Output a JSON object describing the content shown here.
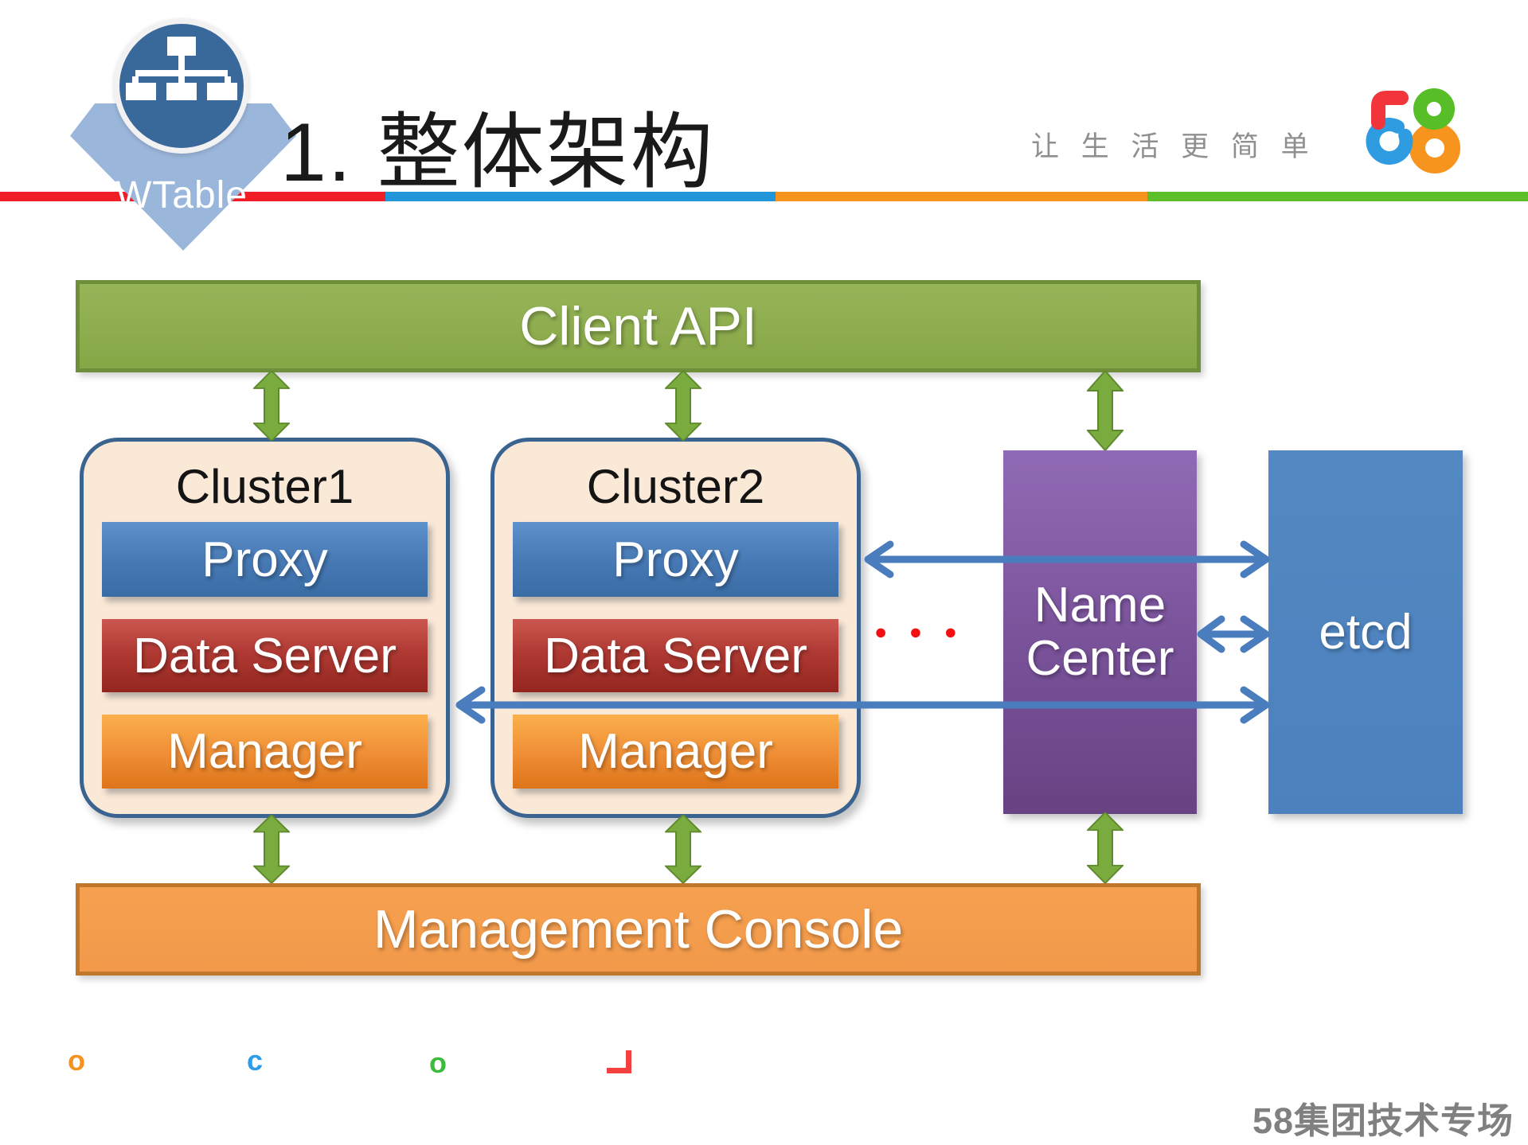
{
  "header": {
    "badge_label": "WTable",
    "badge_icon": "sitemap-icon",
    "title": "1. 整体架构",
    "slogan": "让 生 活 更 简 单",
    "logo_text": "58",
    "logo_icon": "logo-58-icon"
  },
  "diagram": {
    "client_api": "Client API",
    "clusters": [
      {
        "title": "Cluster1",
        "components": [
          "Proxy",
          "Data Server",
          "Manager"
        ]
      },
      {
        "title": "Cluster2",
        "components": [
          "Proxy",
          "Data Server",
          "Manager"
        ]
      }
    ],
    "ellipsis": "● ● ●",
    "name_center": "Name Center",
    "etcd": "etcd",
    "management_console": "Management Console"
  },
  "watermarks": {
    "glyphs": [
      "o",
      "c",
      "o"
    ],
    "corner": "corner-bracket-icon"
  },
  "footer": {
    "caption": "58集团技术专场"
  },
  "colors": {
    "stripe_red": "#F01E26",
    "stripe_blue": "#2095DA",
    "stripe_orange": "#F7941D",
    "stripe_green": "#5CBE29",
    "client_api_fill": "#8FAF4F",
    "client_api_border": "#6E8E3A",
    "cluster_fill": "#FBE9D8",
    "cluster_border": "#3A648F",
    "proxy_top": "#5E92CB",
    "proxy_bottom": "#3A6CA4",
    "dataserver_top": "#CB5850",
    "dataserver_bottom": "#93251F",
    "manager_top": "#FBB04C",
    "manager_bottom": "#DE7419",
    "namecenter_top": "#906BB5",
    "namecenter_bottom": "#674383",
    "etcd_fill": "#4C81BE",
    "console_fill": "#F2994A",
    "console_border": "#C0762B",
    "arrow_green": "#7AAB3F",
    "arrow_green_dark": "#5E8A2D",
    "arrow_blue": "#4A7DBD",
    "dots_red": "#F21010",
    "badge_pentagon": "#9BB6DB",
    "badge_circle": "#39689B",
    "title_color": "#1A1A1A",
    "slogan_color": "#8F8F8F",
    "caption_color": "#808080",
    "wm_orange": "#F5921F",
    "wm_blue": "#2E9BE6",
    "wm_green": "#3DBB3D",
    "wm_red": "#F54040",
    "logo_red": "#F1353A",
    "logo_blue": "#2F9BE0",
    "logo_green": "#57BE27",
    "logo_orange": "#F7941E"
  }
}
